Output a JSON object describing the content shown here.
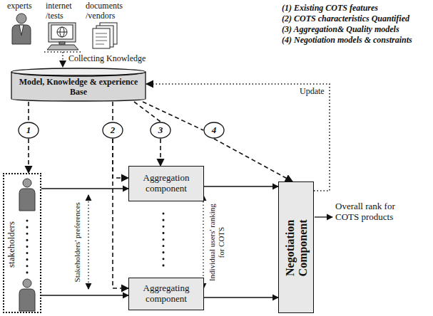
{
  "diagram": {
    "nodes": [
      {
        "text": [
          "Model, Knowledge & experience Base"
        ]
      },
      {
        "text": [
          "1"
        ]
      },
      {
        "text": [
          "2"
        ]
      },
      {
        "text": [
          "3"
        ]
      },
      {
        "text": [
          "4"
        ]
      },
      {
        "text": [
          "stakeholders"
        ]
      },
      {
        "text": [
          "Aggregation component"
        ]
      },
      {
        "text": [
          "Aggregating component"
        ]
      },
      {
        "text": [
          "Negotiation Component"
        ]
      }
    ],
    "edges": [
      {
        "from": 0,
        "to": 1,
        "arrow": "none"
      },
      {
        "from": 1,
        "to": 5,
        "arrow": "to"
      },
      {
        "from": 0,
        "to": 2,
        "arrow": "none"
      },
      {
        "from": 2,
        "to": 6,
        "arrow": "to"
      },
      {
        "from": 2,
        "to": 7,
        "arrow": "to"
      },
      {
        "from": 0,
        "to": 3,
        "arrow": "none"
      },
      {
        "from": 3,
        "to": 6,
        "arrow": "to"
      },
      {
        "from": 0,
        "to": 4,
        "arrow": "none"
      },
      {
        "from": 4,
        "to": 8,
        "arrow": "to"
      },
      {
        "from": 5,
        "to": 6,
        "arrow": "to"
      },
      {
        "from": 5,
        "to": 7,
        "arrow": "to"
      },
      {
        "from": 6,
        "to": 8,
        "arrow": "to"
      },
      {
        "from": 7,
        "to": 8,
        "arrow": "to"
      },
      {
        "from": 8,
        "to": 0,
        "label": "Update",
        "arrow": "to"
      }
    ],
    "labels": [
      "experts",
      "internet /tests",
      "documents /vendors",
      "Collecting Knowledge",
      "(1) Existing COTS features",
      "(2) COTS characteristics Quantified",
      "(3) Aggregation& Quality models",
      "(4) Negotiation models & constraints",
      "Stakeholders' preferences",
      "Individual users' ranking for COTS",
      "Overall rank for COTS products"
    ]
  }
}
